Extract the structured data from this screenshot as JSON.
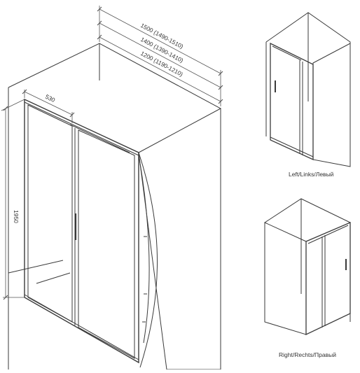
{
  "dimensions": {
    "width_1500": "1500 (1490-1510)",
    "width_1400": "1400 (1390-1410)",
    "width_1200": "1200 (1190-1210)",
    "door_width": "530",
    "height": "1950"
  },
  "variants": {
    "left_label": "Left/Links/Левый",
    "right_label": "Right/Rechts/Правый"
  },
  "colors": {
    "line": "#3a3a3a",
    "dim_line": "#555555",
    "background": "#ffffff"
  }
}
